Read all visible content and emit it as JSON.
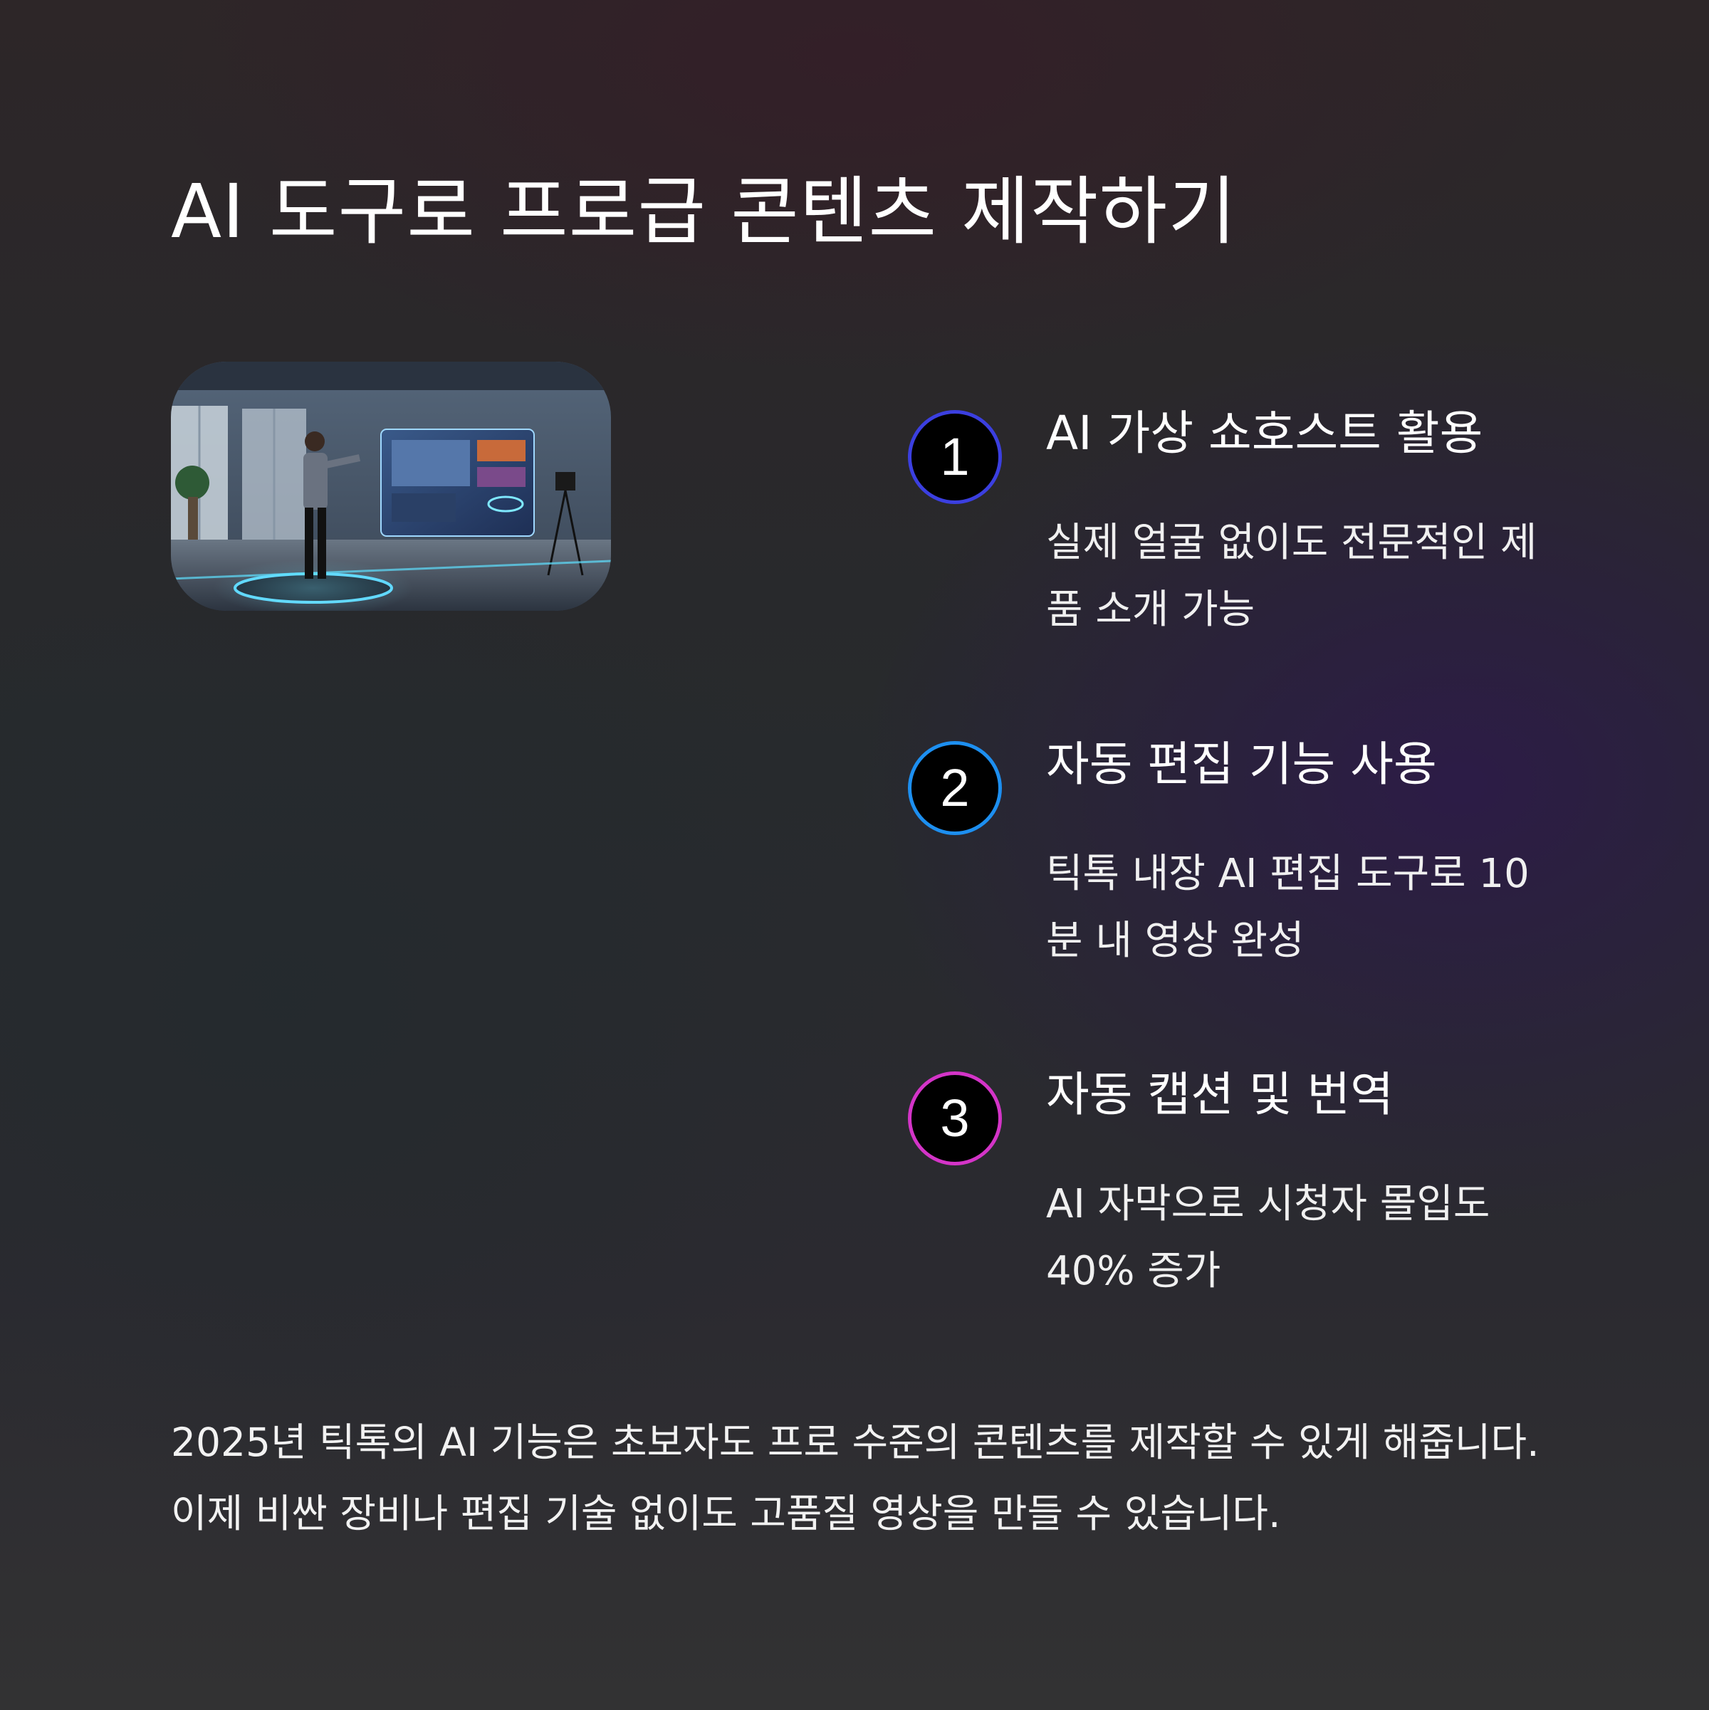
{
  "title": "AI 도구로 프로급 콘텐츠 제작하기",
  "hero_image": {
    "icon": "virtual-studio-illustration"
  },
  "features": [
    {
      "number": "1",
      "title": "AI 가상 쇼호스트 활용",
      "description": "실제 얼굴 없이도 전문적인 제품 소개 가능",
      "accent": "#3b3fe0"
    },
    {
      "number": "2",
      "title": "자동 편집 기능 사용",
      "description": "틱톡 내장 AI 편집 도구로 10분 내 영상 완성",
      "accent": "#1d8ff0"
    },
    {
      "number": "3",
      "title": "자동 캡션 및 번역",
      "description": "AI 자막으로 시청자 몰입도 40% 증가",
      "accent": "#d434c8"
    }
  ],
  "summary": "2025년 틱톡의 AI 기능은 초보자도 프로 수준의 콘텐츠를 제작할 수 있게 해줍니다. 이제 비싼 장비나 편집 기술 없이도 고품질 영상을 만들 수 있습니다.",
  "colors": {
    "background": "#2a2a2d",
    "text": "#ffffff"
  }
}
